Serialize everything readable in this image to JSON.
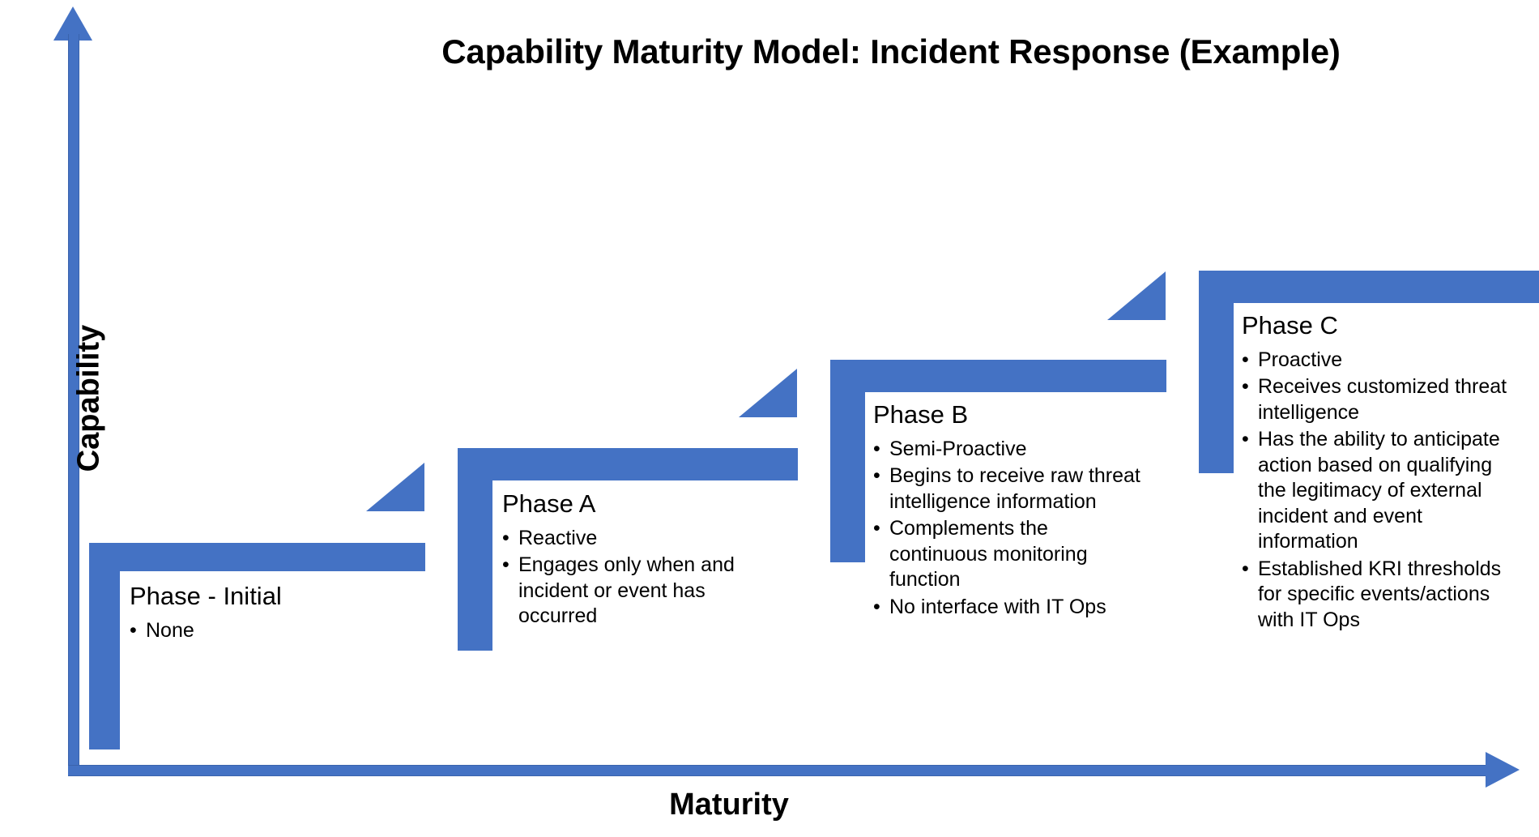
{
  "diagram": {
    "title": "Capability Maturity Model: Incident Response (Example)",
    "accent_color": "#4472C4",
    "background_color": "#FFFFFF",
    "text_color": "#000000",
    "axes": {
      "y_label": "Capability",
      "x_label": "Maturity",
      "y_arrow": "arrow-up-icon",
      "x_arrow": "arrow-right-icon"
    },
    "steps": [
      {
        "id": "phase-initial",
        "heading": "Phase - Initial",
        "bullets": [
          "None"
        ]
      },
      {
        "id": "phase-a",
        "heading": "Phase A",
        "bullets": [
          "Reactive",
          "Engages only when and incident or event has occurred"
        ]
      },
      {
        "id": "phase-b",
        "heading": "Phase B",
        "bullets": [
          "Semi-Proactive",
          "Begins to receive raw threat intelligence information",
          "Complements the continuous monitoring function",
          "No interface with IT Ops"
        ]
      },
      {
        "id": "phase-c",
        "heading": "Phase C",
        "bullets": [
          "Proactive",
          "Receives customized threat intelligence",
          "Has the ability to anticipate action based on qualifying the legitimacy of external incident and event information",
          "Established KRI thresholds for specific events/actions with IT Ops"
        ]
      }
    ]
  },
  "chart_data": {
    "type": "diagram",
    "title": "Capability Maturity Model: Incident Response (Example)",
    "xlabel": "Maturity",
    "ylabel": "Capability",
    "categories": [
      "Phase - Initial",
      "Phase A",
      "Phase B",
      "Phase C"
    ],
    "values": [
      1,
      2,
      3,
      4
    ],
    "note": "Ascending staircase of four maturity phases; height indicates capability, horizontal position indicates maturity."
  }
}
